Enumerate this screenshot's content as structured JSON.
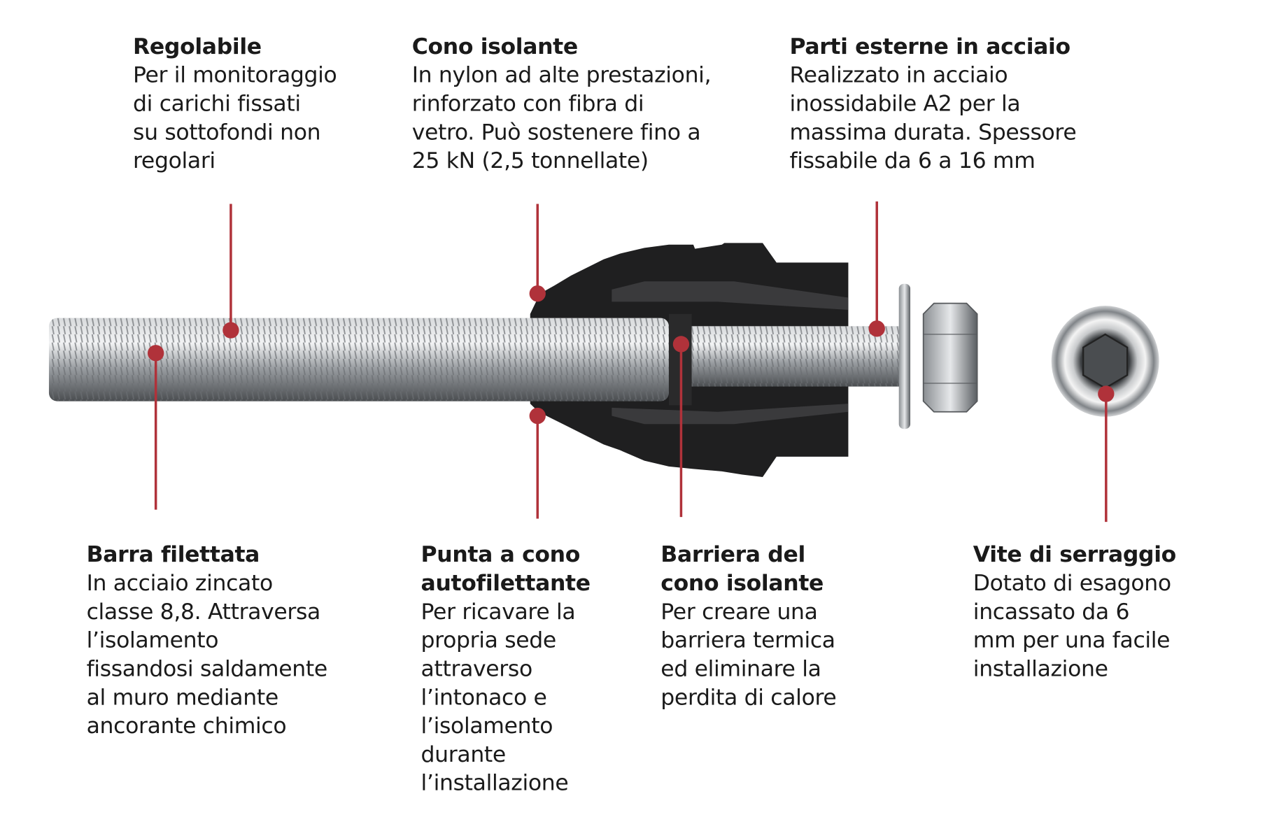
{
  "colors": {
    "accent": "#b0323a",
    "nylon": "#1e1e1e",
    "steel": "#a8acb0"
  },
  "labels": {
    "regolabile": {
      "title": "Regolabile",
      "lines": [
        "Per il monitoraggio",
        "di carichi fissati",
        "su sottofondi non",
        "regolari"
      ]
    },
    "cono_isolante": {
      "title": "Cono isolante",
      "lines": [
        "In nylon ad alte prestazioni,",
        "rinforzato con fibra di",
        "vetro. Può sostenere fino a",
        "25 kN (2,5 tonnellate)"
      ]
    },
    "parti_esterne": {
      "title": "Parti esterne in acciaio",
      "lines": [
        "Realizzato in acciaio",
        "inossidabile A2 per la",
        "massima durata. Spessore",
        "fissabile da 6 a 16 mm"
      ]
    },
    "barra_filettata": {
      "title": "Barra filettata",
      "lines": [
        "In acciaio zincato",
        "classe 8,8. Attraversa",
        "l’isolamento",
        "fissandosi saldamente",
        "al muro mediante",
        "ancorante chimico"
      ]
    },
    "punta_cono": {
      "title_lines": [
        "Punta a cono",
        "autofilettante"
      ],
      "lines": [
        "Per ricavare la",
        "propria sede",
        "attraverso",
        "l’intonaco e",
        "l’isolamento",
        "durante",
        "l’installazione"
      ]
    },
    "barriera": {
      "title_lines": [
        "Barriera del",
        "cono isolante"
      ],
      "lines": [
        "Per creare una",
        "barriera termica",
        "ed eliminare la",
        "perdita di calore"
      ]
    },
    "vite": {
      "title": "Vite di serraggio",
      "lines": [
        "Dotato di esagono",
        "incassato da 6",
        "mm per una facile",
        "installazione"
      ]
    }
  }
}
